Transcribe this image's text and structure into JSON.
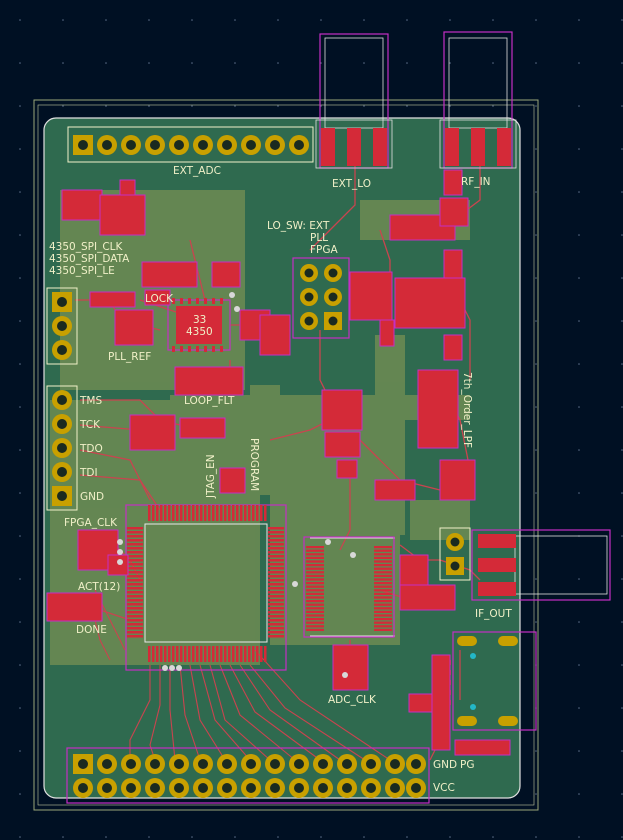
{
  "colors": {
    "background": "#001023",
    "board": "#2f6a4f",
    "copper_pour": "#b8b868",
    "pad": "#d42a38",
    "courtyard": "#c42fc4",
    "silkscreen": "#f0f0c8",
    "edge": "#d0d0d0",
    "gold_pad": "#c8a000"
  },
  "labels": {
    "ext_adc": "EXT_ADC",
    "ext_lo": "EXT_LO",
    "rf_in": "RF_IN",
    "lo_sw_ext": "LO_SW: EXT",
    "lo_sw_pll": "PLL",
    "lo_sw_fpga": "FPGA",
    "spi_clk": "4350_SPI_CLK",
    "spi_data": "4350_SPI_DATA",
    "spi_le": "4350_SPI_LE",
    "lock": "LOCK",
    "pll_ref": "PLL_REF",
    "pll_chip_top": "33",
    "pll_chip_bottom": "4350",
    "loop_flt": "LOOP_FLT",
    "lpf": "7th_Order_LPF",
    "tms": "TMS",
    "tck": "TCK",
    "tdo": "TDO",
    "tdi": "TDI",
    "gnd_jtag": "GND",
    "jtag_en": "JTAG_EN",
    "program": "PROGRAM",
    "fpga_clk": "FPGA_CLK",
    "act": "ACT(12)",
    "done": "DONE",
    "if_out": "IF_OUT",
    "adc_clk": "ADC_CLK",
    "gnd_bottom": "GND",
    "pg": "PG",
    "vcc": "VCC"
  }
}
